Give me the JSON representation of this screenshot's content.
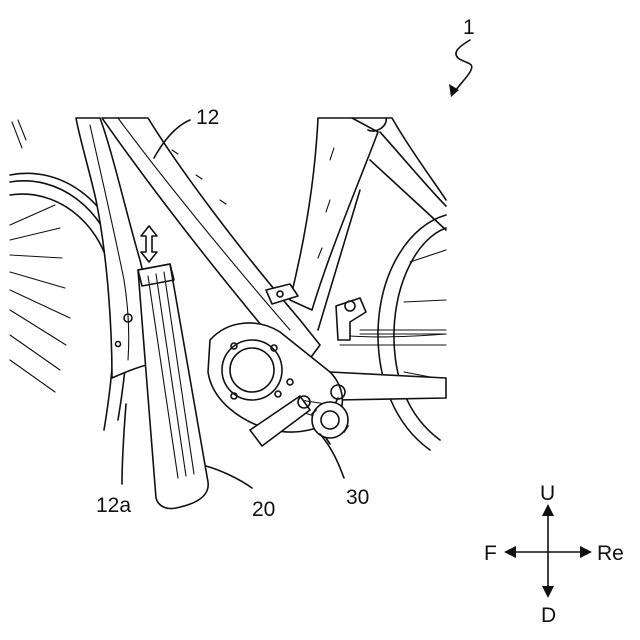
{
  "figure": {
    "reference_numeral": "1",
    "labels": {
      "frame": "12",
      "frame_part": "12a",
      "battery": "20",
      "drive_unit": "30"
    },
    "direction_legend": {
      "up": "U",
      "down": "D",
      "front": "F",
      "rear": "Re"
    }
  }
}
